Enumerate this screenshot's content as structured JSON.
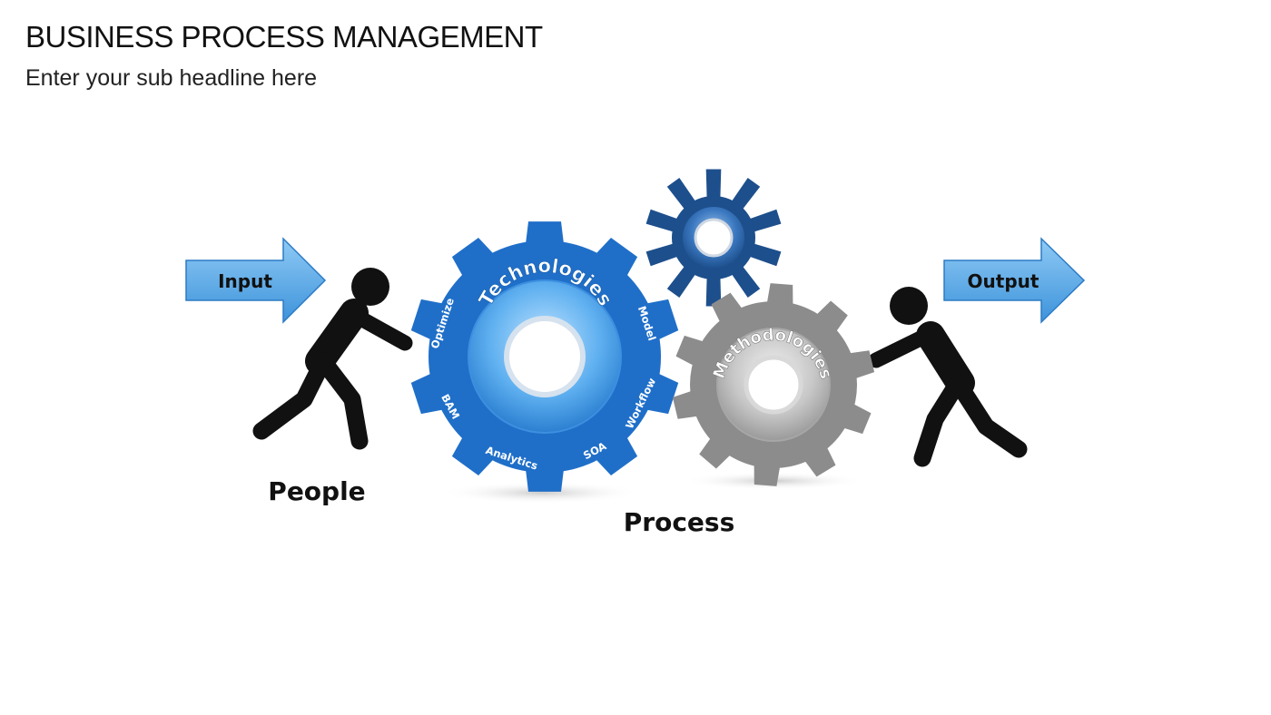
{
  "slide": {
    "title": "BUSINESS PROCESS MANAGEMENT",
    "subtitle": "Enter your sub headline here"
  },
  "diagram": {
    "input_label": "Input",
    "output_label": "Output",
    "people_label": "People",
    "process_label": "Process",
    "gear_large": {
      "title": "Technologies",
      "items": [
        "Optimize",
        "Model",
        "Workflow",
        "SOA",
        "Analytics",
        "BAM"
      ],
      "color": "#1f6fc9"
    },
    "gear_small": {
      "color": "#1d4f8c"
    },
    "gear_gray": {
      "title": "Methodologies",
      "color": "#8c8c8c"
    },
    "arrow_color": "#5aa9e8"
  }
}
